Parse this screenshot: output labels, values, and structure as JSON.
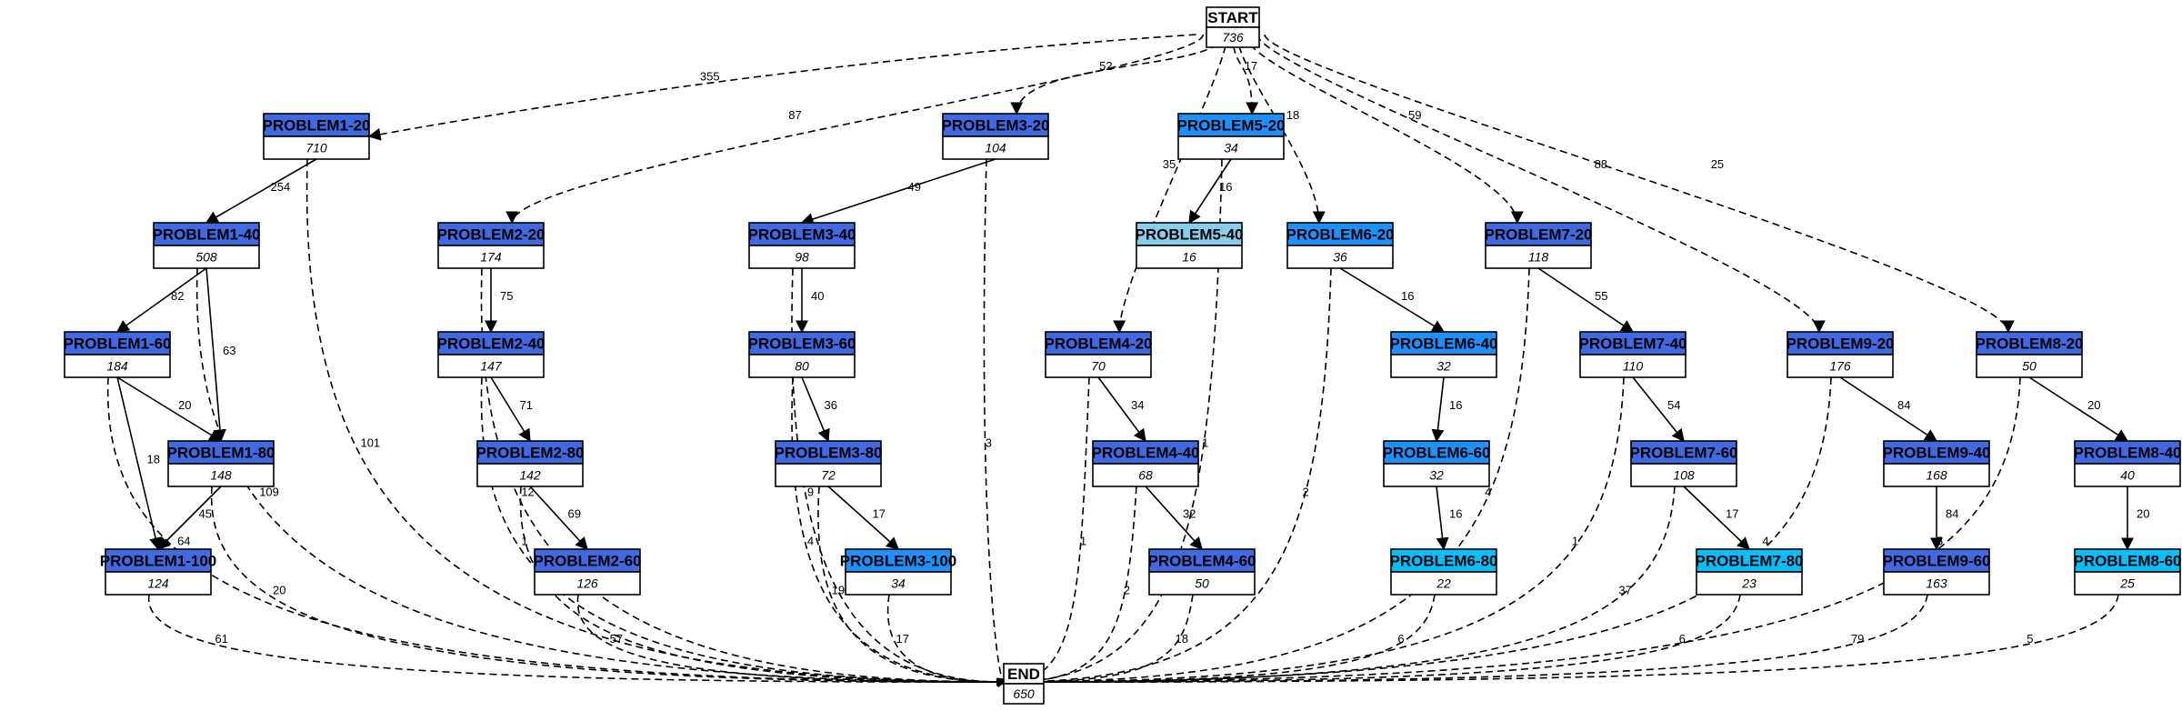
{
  "nodes": [
    {
      "id": "START",
      "label": "START",
      "value": "736",
      "color": "#ffffff"
    },
    {
      "id": "P1_20",
      "label": "PROBLEM1-20",
      "value": "710",
      "color": "#4169e1"
    },
    {
      "id": "P1_40",
      "label": "PROBLEM1-40",
      "value": "508",
      "color": "#4169e1"
    },
    {
      "id": "P1_60",
      "label": "PROBLEM1-60",
      "value": "184",
      "color": "#4169e1"
    },
    {
      "id": "P1_80",
      "label": "PROBLEM1-80",
      "value": "148",
      "color": "#4169e1"
    },
    {
      "id": "P1_100",
      "label": "PROBLEM1-100",
      "value": "124",
      "color": "#4169e1"
    },
    {
      "id": "P2_20",
      "label": "PROBLEM2-20",
      "value": "174",
      "color": "#4169e1"
    },
    {
      "id": "P2_40",
      "label": "PROBLEM2-40",
      "value": "147",
      "color": "#4169e1"
    },
    {
      "id": "P2_80",
      "label": "PROBLEM2-80",
      "value": "142",
      "color": "#4169e1"
    },
    {
      "id": "P2_60",
      "label": "PROBLEM2-60",
      "value": "126",
      "color": "#4169e1"
    },
    {
      "id": "P3_20",
      "label": "PROBLEM3-20",
      "value": "104",
      "color": "#4169e1"
    },
    {
      "id": "P3_40",
      "label": "PROBLEM3-40",
      "value": "98",
      "color": "#4169e1"
    },
    {
      "id": "P3_60",
      "label": "PROBLEM3-60",
      "value": "80",
      "color": "#4169e1"
    },
    {
      "id": "P3_80",
      "label": "PROBLEM3-80",
      "value": "72",
      "color": "#4169e1"
    },
    {
      "id": "P3_100",
      "label": "PROBLEM3-100",
      "value": "34",
      "color": "#1e90ff"
    },
    {
      "id": "P4_20",
      "label": "PROBLEM4-20",
      "value": "70",
      "color": "#4169e1"
    },
    {
      "id": "P4_40",
      "label": "PROBLEM4-40",
      "value": "68",
      "color": "#4169e1"
    },
    {
      "id": "P4_60",
      "label": "PROBLEM4-60",
      "value": "50",
      "color": "#4169e1"
    },
    {
      "id": "P5_20",
      "label": "PROBLEM5-20",
      "value": "34",
      "color": "#1e90ff"
    },
    {
      "id": "P5_40",
      "label": "PROBLEM5-40",
      "value": "16",
      "color": "#87ceeb"
    },
    {
      "id": "P6_20",
      "label": "PROBLEM6-20",
      "value": "36",
      "color": "#1e90ff"
    },
    {
      "id": "P6_40",
      "label": "PROBLEM6-40",
      "value": "32",
      "color": "#1e90ff"
    },
    {
      "id": "P6_60",
      "label": "PROBLEM6-60",
      "value": "32",
      "color": "#1e90ff"
    },
    {
      "id": "P6_80",
      "label": "PROBLEM6-80",
      "value": "22",
      "color": "#00bfff"
    },
    {
      "id": "P7_20",
      "label": "PROBLEM7-20",
      "value": "118",
      "color": "#4169e1"
    },
    {
      "id": "P7_40",
      "label": "PROBLEM7-40",
      "value": "110",
      "color": "#4169e1"
    },
    {
      "id": "P7_60",
      "label": "PROBLEM7-60",
      "value": "108",
      "color": "#4169e1"
    },
    {
      "id": "P7_80",
      "label": "PROBLEM7-80",
      "value": "23",
      "color": "#00bfff"
    },
    {
      "id": "P9_20",
      "label": "PROBLEM9-20",
      "value": "176",
      "color": "#4169e1"
    },
    {
      "id": "P9_40",
      "label": "PROBLEM9-40",
      "value": "168",
      "color": "#4169e1"
    },
    {
      "id": "P9_60",
      "label": "PROBLEM9-60",
      "value": "163",
      "color": "#4169e1"
    },
    {
      "id": "P8_20",
      "label": "PROBLEM8-20",
      "value": "50",
      "color": "#4169e1"
    },
    {
      "id": "P8_40",
      "label": "PROBLEM8-40",
      "value": "40",
      "color": "#4169e1"
    },
    {
      "id": "P8_60",
      "label": "PROBLEM8-60",
      "value": "25",
      "color": "#00bfff"
    },
    {
      "id": "END",
      "label": "END",
      "value": "650",
      "color": "#ffffff"
    }
  ],
  "edges": [
    {
      "from": "START",
      "to": "P1_20",
      "label": "355",
      "dashed": true
    },
    {
      "from": "START",
      "to": "P2_20",
      "label": "87",
      "dashed": true
    },
    {
      "from": "START",
      "to": "P3_20",
      "label": "52",
      "dashed": true
    },
    {
      "from": "START",
      "to": "P4_20",
      "label": "35",
      "dashed": true
    },
    {
      "from": "START",
      "to": "P5_20",
      "label": "17",
      "dashed": true
    },
    {
      "from": "START",
      "to": "P6_20",
      "label": "18",
      "dashed": true
    },
    {
      "from": "START",
      "to": "P7_20",
      "label": "59",
      "dashed": true
    },
    {
      "from": "START",
      "to": "P9_20",
      "label": "88",
      "dashed": true
    },
    {
      "from": "START",
      "to": "P8_20",
      "label": "25",
      "dashed": true
    },
    {
      "from": "P1_20",
      "to": "P1_40",
      "label": "254",
      "dashed": false
    },
    {
      "from": "P1_20",
      "to": "END",
      "label": "101",
      "dashed": true
    },
    {
      "from": "P1_40",
      "to": "P1_60",
      "label": "82",
      "dashed": false
    },
    {
      "from": "P1_40",
      "to": "P1_80",
      "label": "63",
      "dashed": false
    },
    {
      "from": "P1_40",
      "to": "END",
      "label": "109",
      "dashed": true
    },
    {
      "from": "P1_60",
      "to": "P1_80",
      "label": "20",
      "dashed": false
    },
    {
      "from": "P1_60",
      "to": "P1_100",
      "label": "18",
      "dashed": false
    },
    {
      "from": "P1_60",
      "to": "END",
      "label": "64",
      "dashed": true
    },
    {
      "from": "P1_80",
      "to": "P1_100",
      "label": "45",
      "dashed": false
    },
    {
      "from": "P1_80",
      "to": "END",
      "label": "20",
      "dashed": true
    },
    {
      "from": "P1_100",
      "to": "END",
      "label": "61",
      "dashed": true
    },
    {
      "from": "P2_20",
      "to": "P2_40",
      "label": "75",
      "dashed": false
    },
    {
      "from": "P2_20",
      "to": "END",
      "label": "12",
      "dashed": true
    },
    {
      "from": "P2_40",
      "to": "P2_80",
      "label": "71",
      "dashed": false
    },
    {
      "from": "P2_40",
      "to": "END",
      "label": "1",
      "dashed": true
    },
    {
      "from": "P2_80",
      "to": "P2_60",
      "label": "69",
      "dashed": false
    },
    {
      "from": "P2_80",
      "to": "END",
      "label": "2",
      "dashed": true
    },
    {
      "from": "P2_60",
      "to": "END",
      "label": "57",
      "dashed": true
    },
    {
      "from": "P3_20",
      "to": "P3_40",
      "label": "49",
      "dashed": false
    },
    {
      "from": "P3_20",
      "to": "END",
      "label": "3",
      "dashed": true
    },
    {
      "from": "P3_40",
      "to": "P3_60",
      "label": "40",
      "dashed": false
    },
    {
      "from": "P3_40",
      "to": "END",
      "label": "9",
      "dashed": true
    },
    {
      "from": "P3_60",
      "to": "P3_80",
      "label": "36",
      "dashed": false
    },
    {
      "from": "P3_60",
      "to": "END",
      "label": "4",
      "dashed": true
    },
    {
      "from": "P3_80",
      "to": "P3_100",
      "label": "17",
      "dashed": false
    },
    {
      "from": "P3_80",
      "to": "END",
      "label": "19",
      "dashed": true
    },
    {
      "from": "P3_100",
      "to": "END",
      "label": "17",
      "dashed": true
    },
    {
      "from": "P4_20",
      "to": "P4_40",
      "label": "34",
      "dashed": false
    },
    {
      "from": "P4_20",
      "to": "END",
      "label": "1",
      "dashed": true
    },
    {
      "from": "P4_40",
      "to": "P4_60",
      "label": "32",
      "dashed": false
    },
    {
      "from": "P4_40",
      "to": "END",
      "label": "2",
      "dashed": true
    },
    {
      "from": "P4_60",
      "to": "END",
      "label": "18",
      "dashed": true
    },
    {
      "from": "P5_20",
      "to": "P5_40",
      "label": "16",
      "dashed": false
    },
    {
      "from": "P5_20",
      "to": "END",
      "label": "1",
      "dashed": true
    },
    {
      "from": "P6_20",
      "to": "P6_40",
      "label": "16",
      "dashed": false
    },
    {
      "from": "P6_20",
      "to": "END",
      "label": "2",
      "dashed": true
    },
    {
      "from": "P6_40",
      "to": "P6_60",
      "label": "16",
      "dashed": false
    },
    {
      "from": "P6_60",
      "to": "P6_80",
      "label": "16",
      "dashed": false
    },
    {
      "from": "P6_80",
      "to": "END",
      "label": "6",
      "dashed": true
    },
    {
      "from": "P7_20",
      "to": "P7_40",
      "label": "55",
      "dashed": false
    },
    {
      "from": "P7_20",
      "to": "END",
      "label": "4",
      "dashed": true
    },
    {
      "from": "P7_40",
      "to": "P7_60",
      "label": "54",
      "dashed": false
    },
    {
      "from": "P7_40",
      "to": "END",
      "label": "1",
      "dashed": true
    },
    {
      "from": "P7_60",
      "to": "P7_80",
      "label": "17",
      "dashed": false
    },
    {
      "from": "P7_60",
      "to": "END",
      "label": "37",
      "dashed": true
    },
    {
      "from": "P7_80",
      "to": "END",
      "label": "6",
      "dashed": true
    },
    {
      "from": "P9_20",
      "to": "P9_40",
      "label": "84",
      "dashed": false
    },
    {
      "from": "P9_20",
      "to": "END",
      "label": "4",
      "dashed": true
    },
    {
      "from": "P9_40",
      "to": "P9_60",
      "label": "84",
      "dashed": false
    },
    {
      "from": "P9_60",
      "to": "END",
      "label": "79",
      "dashed": true
    },
    {
      "from": "P8_20",
      "to": "P8_40",
      "label": "20",
      "dashed": false
    },
    {
      "from": "P8_20",
      "to": "END",
      "label": "5",
      "dashed": true
    },
    {
      "from": "P8_40",
      "to": "P8_60",
      "label": "20",
      "dashed": false
    },
    {
      "from": "P8_60",
      "to": "END",
      "label": "5",
      "dashed": true
    }
  ]
}
